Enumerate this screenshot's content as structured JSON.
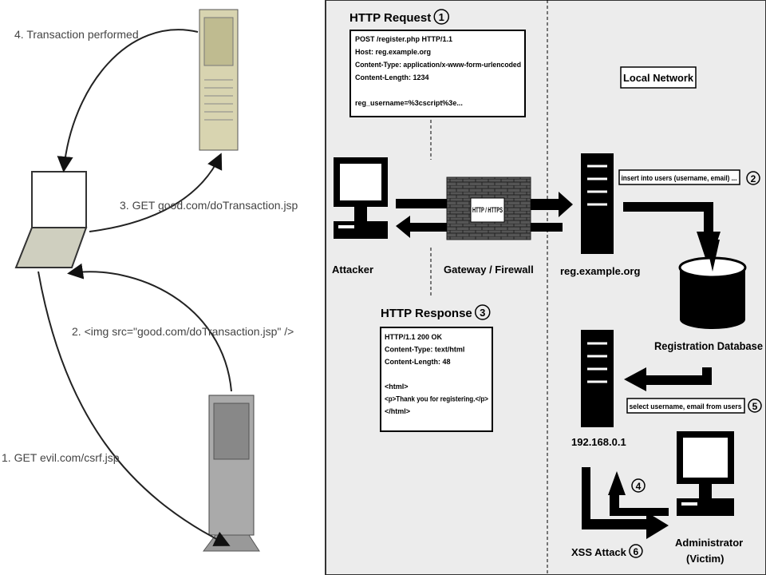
{
  "left": {
    "step4": "4. Transaction performed",
    "step3": "3. GET good.com/doTransaction.jsp",
    "step2": "2. <img src=\"good.com/doTransaction.jsp\" />",
    "step1": "1. GET evil.com/csrf.jsp"
  },
  "right": {
    "request_title": "HTTP Request",
    "request_num": "1",
    "request_lines": [
      "POST /register.php HTTP/1.1",
      "Host: reg.example.org",
      "Content-Type: application/x-www-form-urlencoded",
      "Content-Length: 1234",
      "",
      "reg_username=%3cscript%3e..."
    ],
    "local_network": "Local Network",
    "insert_sql": "insert into users (username, email) ...",
    "insert_num": "2",
    "firewall_label": "HTTP / HTTPS",
    "attacker": "Attacker",
    "gateway": "Gateway / Firewall",
    "server": "reg.example.org",
    "response_title": "HTTP Response",
    "response_num": "3",
    "response_lines": [
      "HTTP/1.1 200 OK",
      "Content-Type: text/html",
      "Content-Length: 48",
      "",
      "<html>",
      "<p>Thank you for registering.</p>",
      "</html>"
    ],
    "database": "Registration Database",
    "select_sql": "select username, email from users",
    "select_num": "5",
    "admin_ip": "192.168.0.1",
    "step4_num": "4",
    "xss": "XSS Attack",
    "xss_num": "6",
    "admin": "Administrator",
    "victim": "(Victim)"
  }
}
